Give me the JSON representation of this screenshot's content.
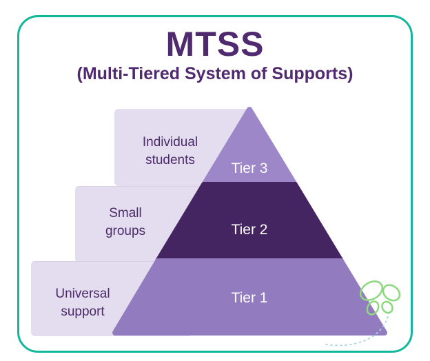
{
  "title": "MTSS",
  "subtitle": "(Multi-Tiered System of Supports)",
  "tiers": [
    {
      "tier_label": "Tier 3",
      "step_lines": [
        "Individual",
        "students"
      ],
      "color": "#9d87c9"
    },
    {
      "tier_label": "Tier 2",
      "step_lines": [
        "Small",
        "groups"
      ],
      "color": "#452561"
    },
    {
      "tier_label": "Tier 1",
      "step_lines": [
        "Universal",
        "support"
      ],
      "color": "#927bbe"
    }
  ],
  "colors": {
    "card_border": "#10b79b",
    "heading_text": "#4f2a6e",
    "step_background": "#e4ddf0",
    "step_text": "#4b2a68",
    "tier_label_text": "#ffffff",
    "butterfly": "#8ed97f",
    "trail": "#a9d4de"
  },
  "decor": {
    "butterfly_icon": "butterfly",
    "trail_icon": "dotted-flight-trail"
  }
}
